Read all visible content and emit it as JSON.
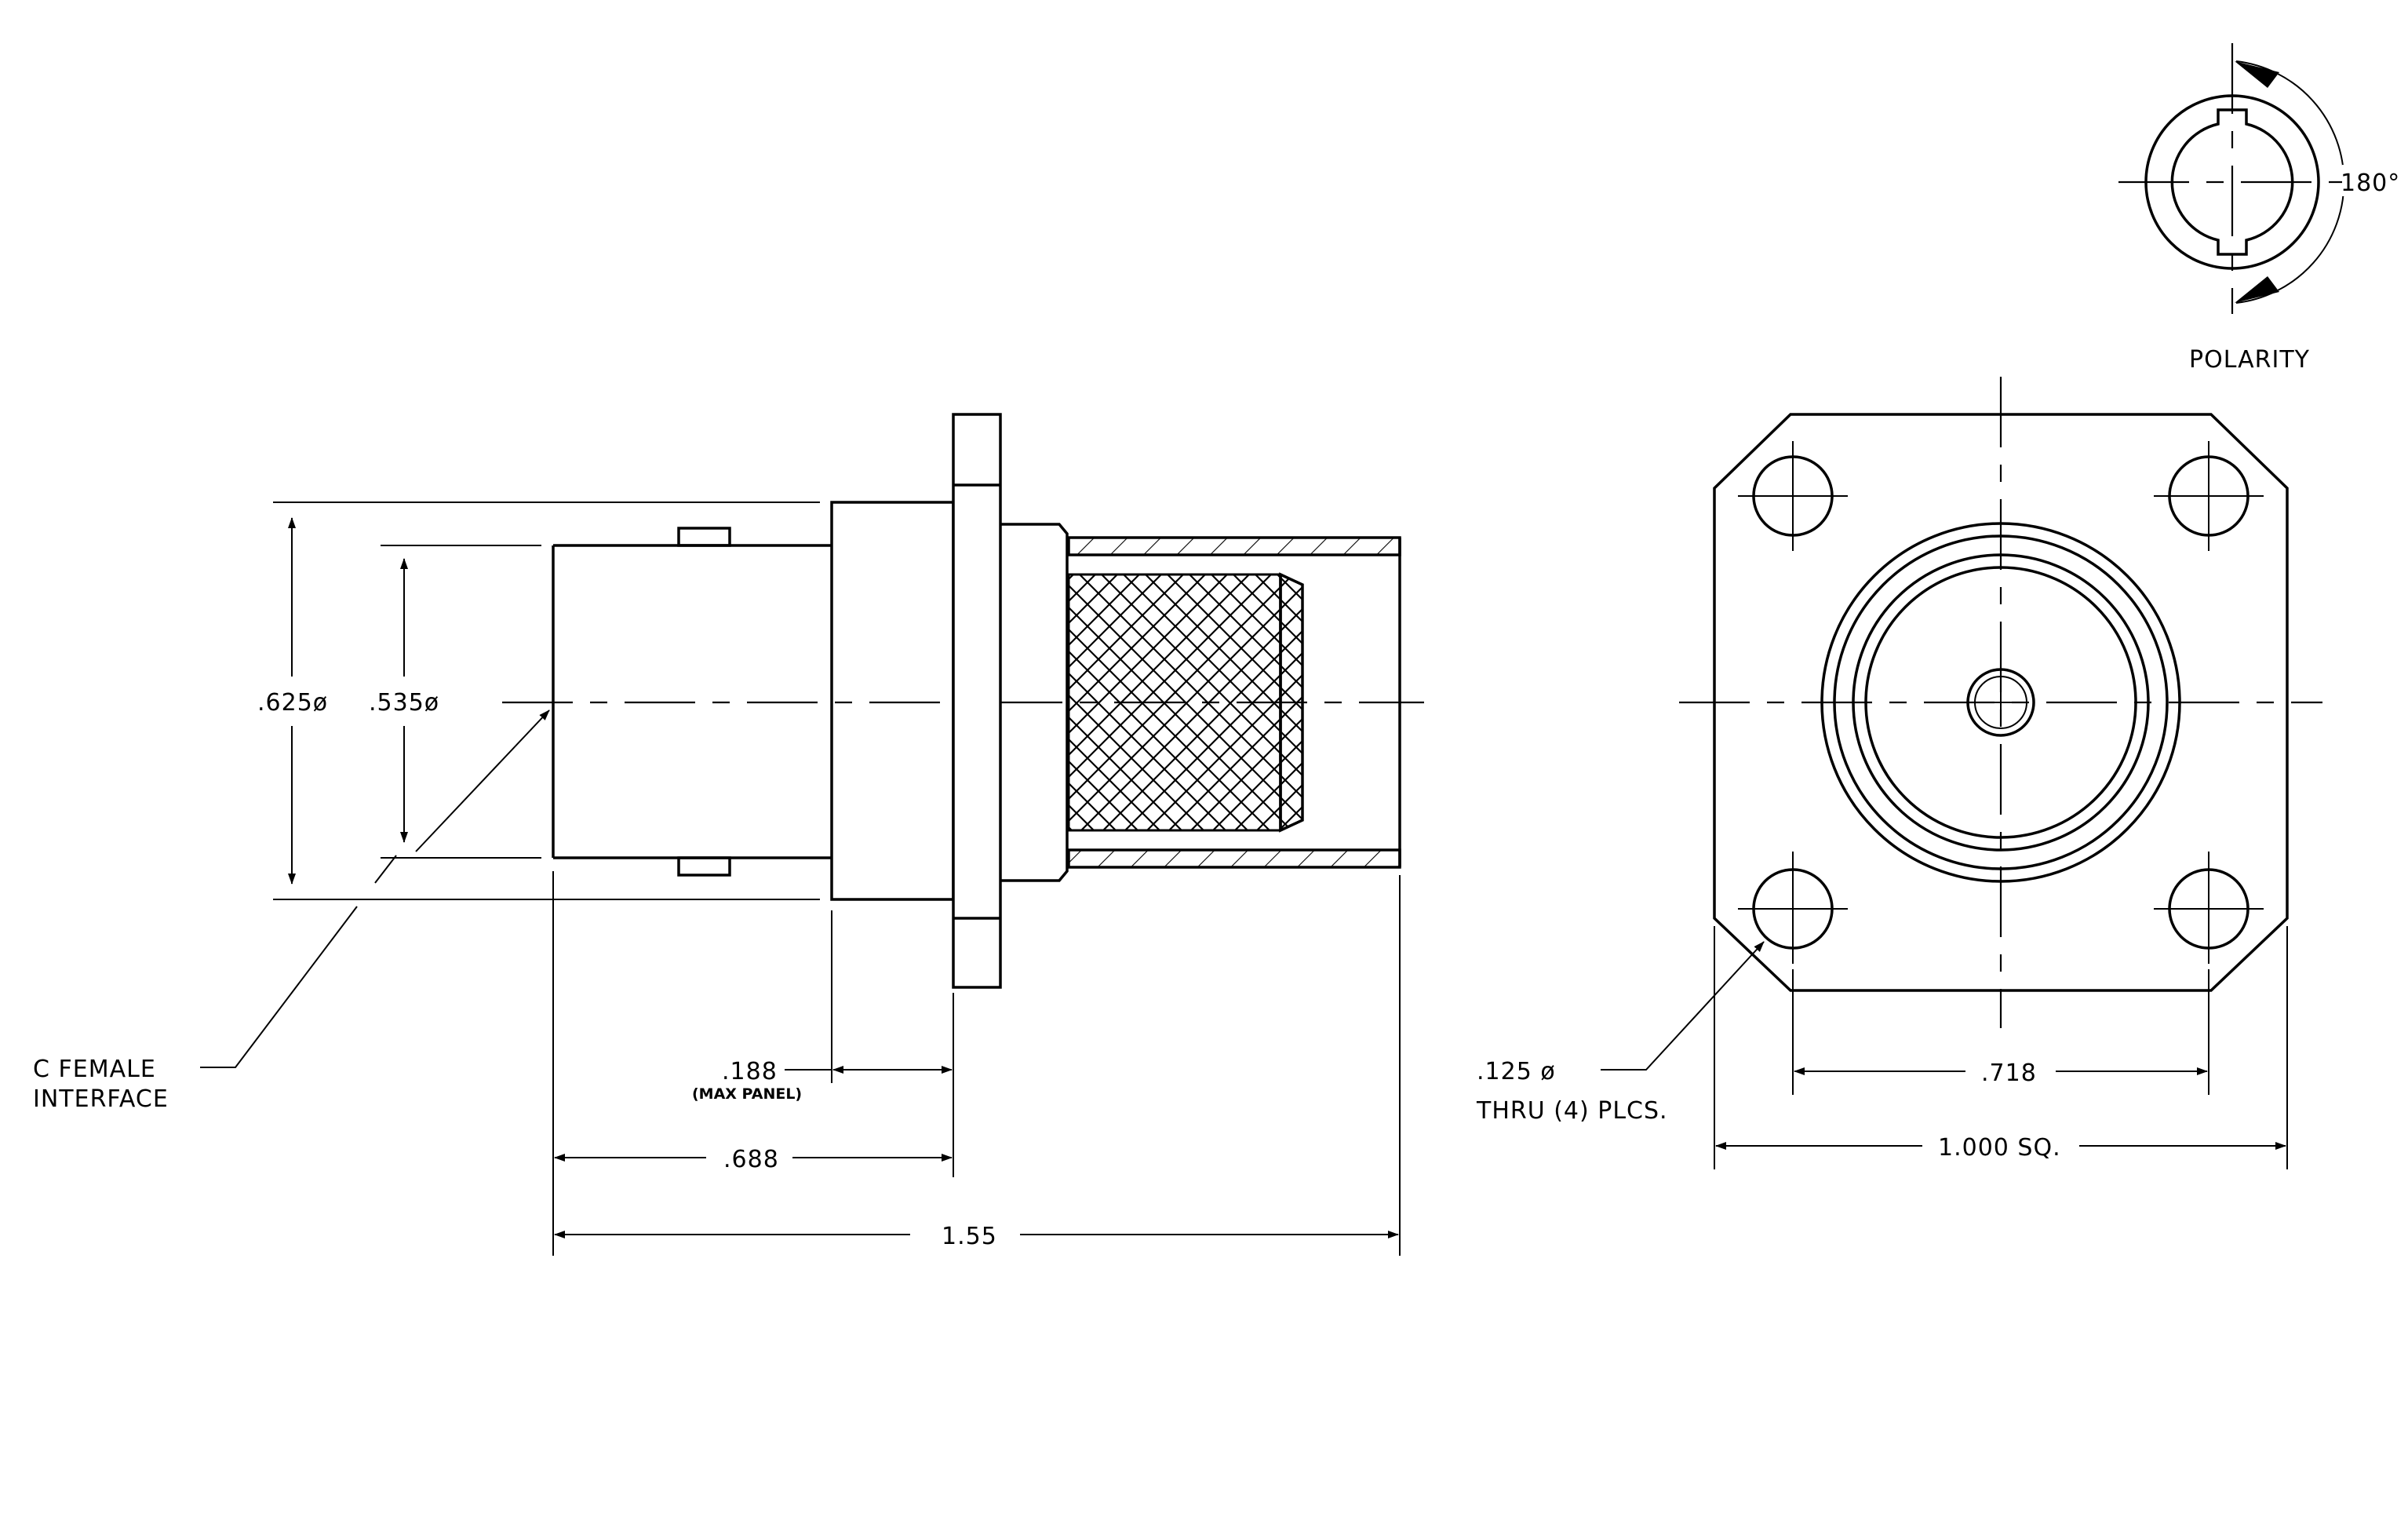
{
  "side_view": {
    "dia_outer": ".625ø",
    "dia_inner": ".535ø",
    "interface_line1": "C FEMALE",
    "interface_line2": "INTERFACE",
    "panel_dim": ".188",
    "panel_note": "(MAX PANEL)",
    "dim_688": ".688",
    "dim_total": "1.55"
  },
  "front_view": {
    "hole_dim": ".125 ø",
    "hole_note": "THRU (4) PLCS.",
    "hole_spacing": ".718",
    "flange_size": "1.000 SQ."
  },
  "polarity": {
    "angle": "180°",
    "label": "POLARITY"
  }
}
